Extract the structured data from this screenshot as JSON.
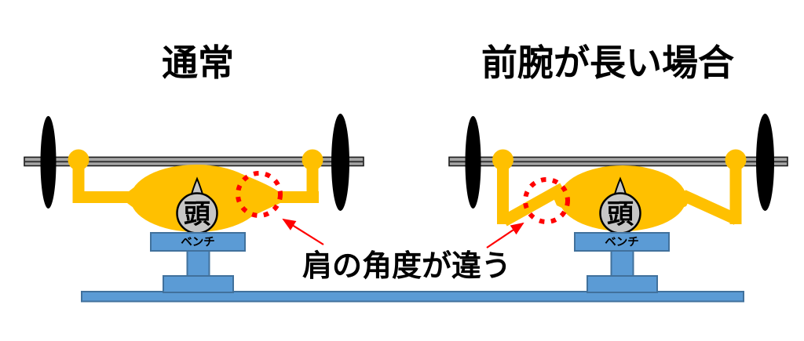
{
  "diagram": {
    "background": "#FFFFFF",
    "colors": {
      "body_yellow": "#FFC000",
      "barbell_gray": "#A6A6A6",
      "plate_black": "#000000",
      "head_gray": "#C6C6C6",
      "bench_blue": "#5B9BD5",
      "bench_border": "#41719C",
      "highlight_red": "#FF0000",
      "text_black": "#000000"
    },
    "left_panel": {
      "title": "通常",
      "head_label": "頭",
      "bench_label": "ベンチ"
    },
    "right_panel": {
      "title": "前腕が長い場合",
      "head_label": "頭",
      "bench_label": "ベンチ"
    },
    "annotation": {
      "label": "肩の角度が違う"
    }
  }
}
